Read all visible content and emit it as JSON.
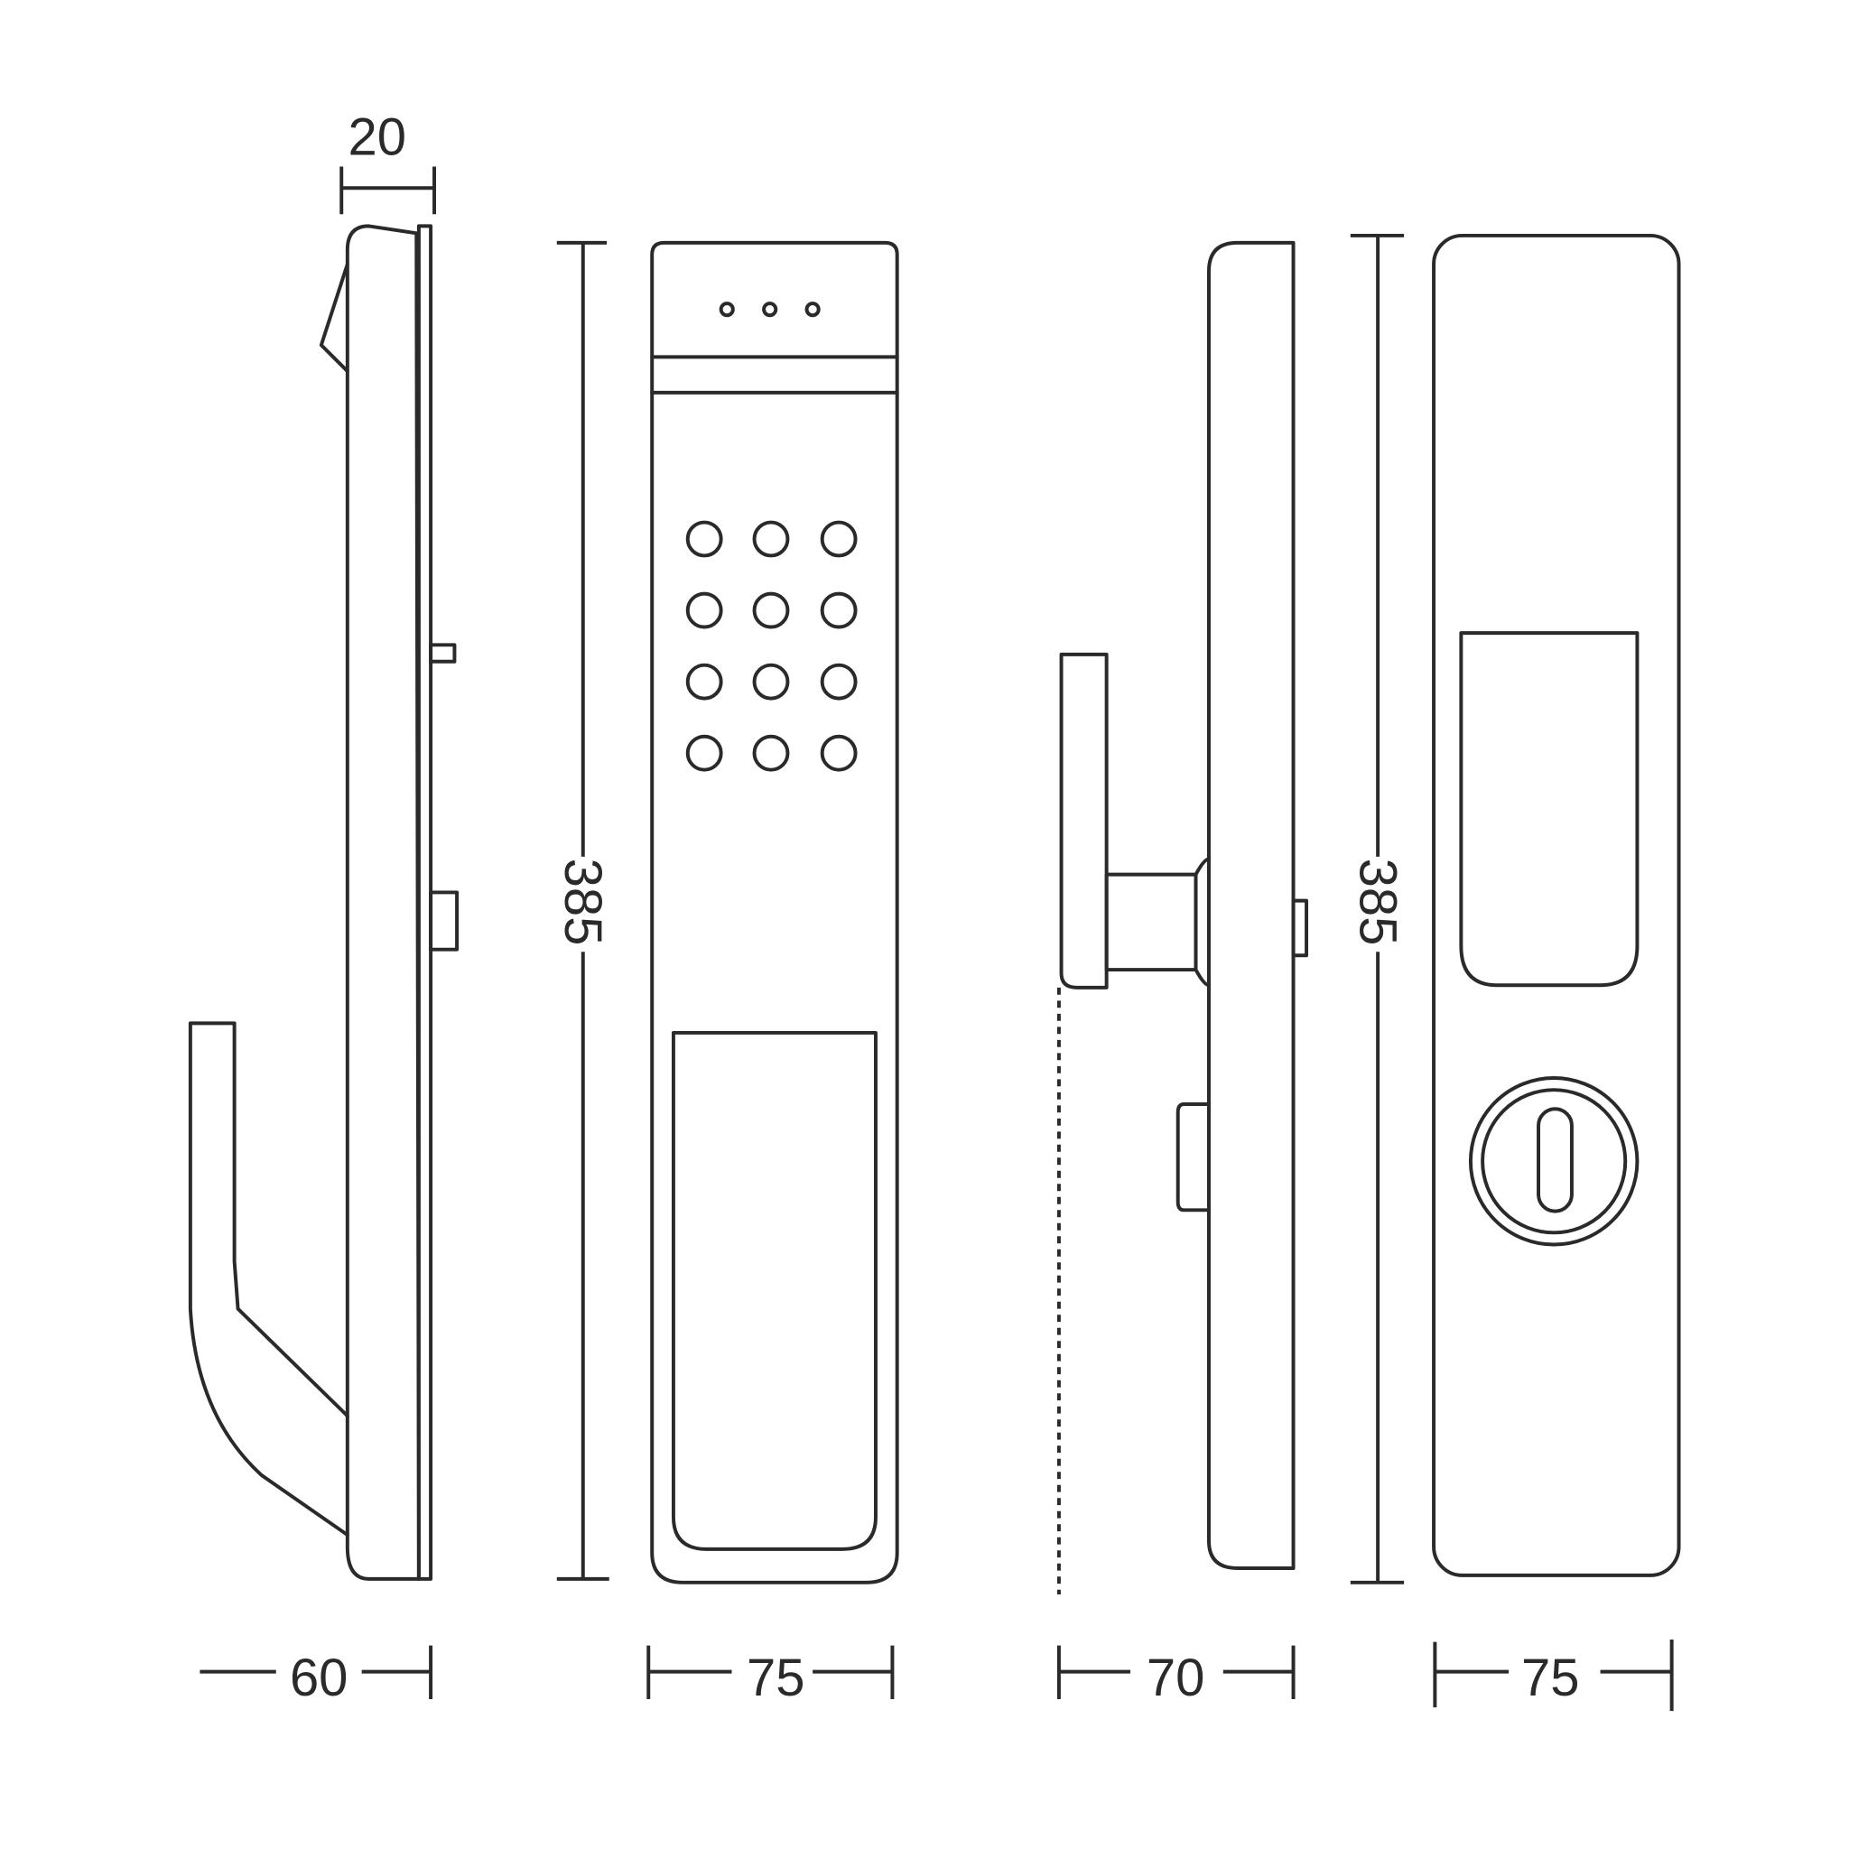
{
  "diagram": {
    "title": "Digital door lock dimensions",
    "stroke_color": "#2a2a2a",
    "side_view_left": {
      "depth_label": "20",
      "width_label": "60"
    },
    "front_keypad_view": {
      "height_label": "385",
      "width_label": "75",
      "keypad_buttons": 12,
      "indicator_leds": 3
    },
    "side_view_right": {
      "width_label": "70"
    },
    "back_view": {
      "height_label": "385",
      "width_label": "75"
    }
  }
}
